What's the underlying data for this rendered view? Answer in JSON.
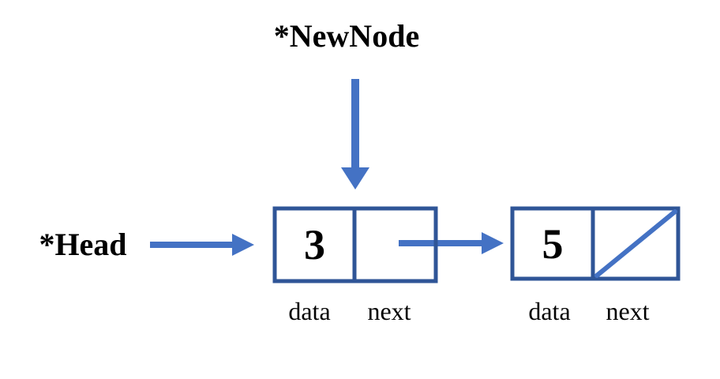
{
  "diagram": {
    "type": "singly-linked-list-insertion",
    "colors": {
      "arrow": "#4472C4",
      "border": "#2F5597",
      "text": "#000000",
      "background": "#ffffff"
    },
    "newnode_label": "*NewNode",
    "head_label": "*Head",
    "nodes": [
      {
        "data": "3",
        "data_label": "data",
        "next_label": "next",
        "next_contents": "pointer-arrow-to-next-node"
      },
      {
        "data": "5",
        "data_label": "data",
        "next_label": "next",
        "next_contents": "null-diagonal-slash"
      }
    ],
    "icons": {
      "newnode_arrow": "arrow-down-icon",
      "head_arrow": "arrow-right-icon",
      "next_pointer_arrow": "arrow-right-icon",
      "null_marker": "diagonal-slash-icon"
    }
  }
}
